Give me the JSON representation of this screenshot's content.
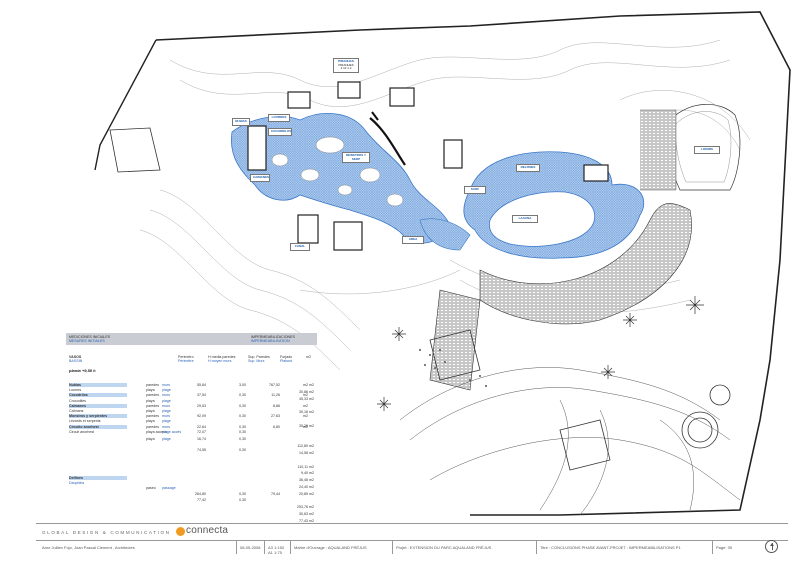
{
  "table": {
    "header_left_1": "MEDICIONES INICIALES",
    "header_left_2": "MESURES INITIALES",
    "header_right_1": "IMPERMEABILIZACIONES",
    "header_right_2": "IMPERMEABILISATION",
    "vasos": "VASOS",
    "bassin": "BASSIN",
    "col_perimetro": "Perimetro",
    "col_perimetre": "Périmètre",
    "col_h_media": "H media paredes",
    "col_h_moyen": "H moyen murs",
    "col_sup_paredes": "Sup. Paredes",
    "col_sup_murs": "Sup. Murs",
    "col_forjado": "Forjado",
    "col_plafond": "Plafond",
    "col_m2": "m2",
    "planta": "planta +9,58 h",
    "rows": [
      {
        "name": "Nubias",
        "hl": true,
        "sub": "paredes",
        "sub_fr": "murs",
        "perim": "55,84",
        "h": "3,00",
        "sup": "767,52",
        "f": "",
        "u": "m2"
      },
      {
        "name": "Lourres",
        "hl": false,
        "sub": "playa",
        "sub_fr": "plage",
        "perim": "",
        "h": "",
        "sup": "",
        "f": "",
        "u": ""
      },
      {
        "name": "Cocodrilos",
        "hl": true,
        "sub": "paredes",
        "sub_fr": "murs",
        "perim": "37,54",
        "h": "0,30",
        "sup": "11,26",
        "f": "",
        "u": "m2"
      },
      {
        "name": "Crocodiles",
        "hl": false,
        "sub": "playa",
        "sub_fr": "plage",
        "perim": "",
        "h": "",
        "sup": "",
        "f": "",
        "u": ""
      },
      {
        "name": "Caimanes",
        "hl": true,
        "sub": "paredes",
        "sub_fr": "murs",
        "perim": "29,53",
        "h": "0,30",
        "sup": "8,86",
        "f": "",
        "u": "m2"
      },
      {
        "name": "Caïmans",
        "hl": false,
        "sub": "playa",
        "sub_fr": "plage",
        "perim": "",
        "h": "",
        "sup": "",
        "f": "",
        "u": ""
      },
      {
        "name": "Monstros y serpientes",
        "hl": true,
        "sub": "paredes",
        "sub_fr": "murs",
        "perim": "92,09",
        "h": "0,30",
        "sup": "27,63",
        "f": "",
        "u": "m2"
      },
      {
        "name": "Lézards et serpents",
        "hl": false,
        "sub": "playa",
        "sub_fr": "plage",
        "perim": "",
        "h": "",
        "sup": "",
        "f": "",
        "u": ""
      },
      {
        "name": "Circuito anorhest",
        "hl": true,
        "sub": "paredes",
        "sub_fr": "murs",
        "perim": "22,64",
        "h": "0,30",
        "sup": "6,80",
        "f": "",
        "u": "m2"
      },
      {
        "name": "Circuit anorhest",
        "hl": false,
        "sub": "playa acceso",
        "sub_fr": "plage accès",
        "perim": "72,07",
        "h": "0,30",
        "sup": "",
        "f": "",
        "u": ""
      }
    ],
    "col_values_right": [
      "m2",
      "30,86 m2",
      "45,33 m2",
      "",
      "30,16 m2",
      "",
      "35,26 m2",
      "",
      "",
      "112,80 m2",
      "14,58 m2",
      "",
      "110,11 m2",
      "9,40 m2",
      "36,46 m2",
      "24,40 m2",
      "20,85 m2",
      "",
      "253,76 m2",
      "30,63 m2",
      "77,43 m2"
    ],
    "extra_rows": [
      {
        "sub": "playa",
        "sub_fr": "plage",
        "perim": "16,74",
        "h": "0,30"
      },
      {
        "sub": "",
        "sub_fr": "",
        "perim": "74,55",
        "h": "0,30"
      }
    ],
    "delfines": "Delfines",
    "dauphins": "Dauphins",
    "delfines_rows": [
      {
        "sub": "paseo",
        "sub_fr": "passage",
        "perim": "",
        "h": "",
        "sup": "",
        "f": ""
      },
      {
        "sub": "",
        "sub_fr": "",
        "perim": "264,80",
        "h": "0,30",
        "sup": "79,44",
        "f": ""
      },
      {
        "sub": "",
        "sub_fr": "",
        "perim": "77,42",
        "h": "0,30",
        "sup": "",
        "f": ""
      }
    ]
  },
  "plan_labels": [
    {
      "title": "PIRANHAS",
      "l1": "PIRANHES",
      "l2": "3 12 1 2"
    },
    {
      "title": "NUBIAS",
      "l1": "",
      "l2": ""
    },
    {
      "title": "LOURRES",
      "l1": "",
      "l2": ""
    },
    {
      "title": "COCODRILOS",
      "l1": "",
      "l2": ""
    },
    {
      "title": "CAIMANES",
      "l1": "",
      "l2": ""
    },
    {
      "title": "MONSTROS Y SERP",
      "l1": "",
      "l2": ""
    },
    {
      "title": "DELFINES",
      "l1": "",
      "l2": ""
    },
    {
      "title": "LAGUNA",
      "l1": "",
      "l2": ""
    },
    {
      "title": "SURF",
      "l1": "",
      "l2": ""
    },
    {
      "title": "AREA",
      "l1": "",
      "l2": ""
    },
    {
      "title": "CANAL",
      "l1": "",
      "l2": ""
    },
    {
      "title": "LOISIRS",
      "l1": "",
      "l2": ""
    }
  ],
  "footer": {
    "brand": "GLOBAL DESIGN & COMMUNICATION",
    "logo": "connecta",
    "architects": "Arne Jullien Fojo, Joan Pascal Clement , Architectes",
    "date": "08-05-2008",
    "format": "A3  1:150",
    "format2": "A1  1:75",
    "maitre": "Maître d'Ouvrage : AQUALAND FRÉJUS",
    "projet": "Projet : EXTENSION DU PARC AQUALAND FRÉJUS",
    "titre": "Titre : CONCLUSIONS PHASE AVANT-PROJET : IMPERMEABILISATIONS P1",
    "page": "Page: 39"
  },
  "colors": {
    "water_fill": "#a9c9ee",
    "water_stroke": "#3b78c9",
    "line": "#333333",
    "highlight": "#bfd6f1",
    "brand_orange": "#f19a22"
  }
}
